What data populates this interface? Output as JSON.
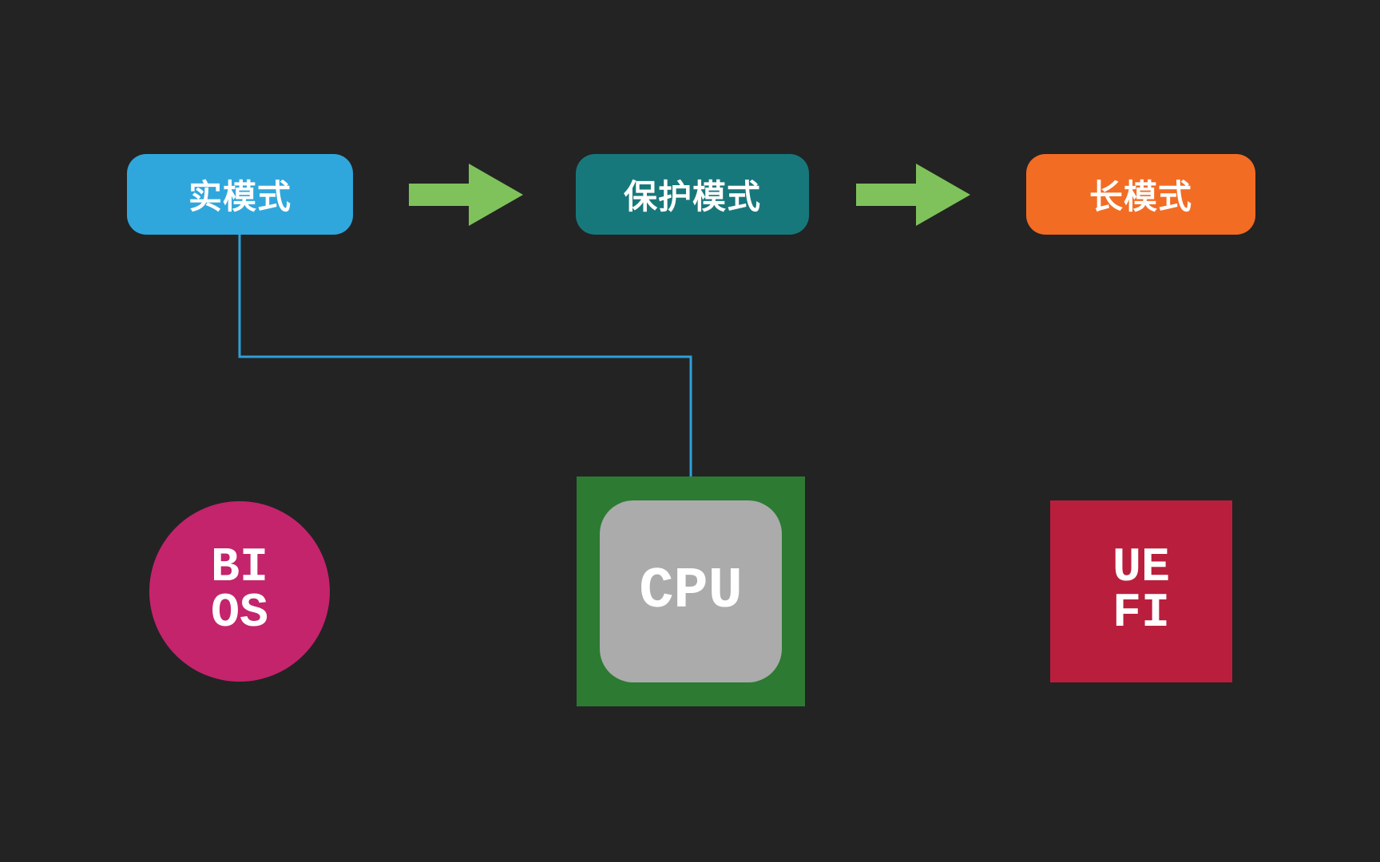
{
  "canvas": {
    "background": "#232323"
  },
  "flow": {
    "nodes": [
      {
        "id": "real-mode",
        "label": "实模式",
        "color": "#2FA7DC"
      },
      {
        "id": "protected-mode",
        "label": "保护模式",
        "color": "#17787C"
      },
      {
        "id": "long-mode",
        "label": "长模式",
        "color": "#F36C23"
      }
    ],
    "arrow_color": "#7FC25B",
    "connector_color": "#2E9FD8"
  },
  "components": {
    "bios": {
      "label_line1": "BI",
      "label_line2": "OS",
      "color": "#C4246B"
    },
    "cpu": {
      "label": "CPU",
      "board_color": "#2D7A33",
      "die_color": "#ABABAB"
    },
    "uefi": {
      "label_line1": "UE",
      "label_line2": "FI",
      "color": "#B91F3C"
    }
  }
}
